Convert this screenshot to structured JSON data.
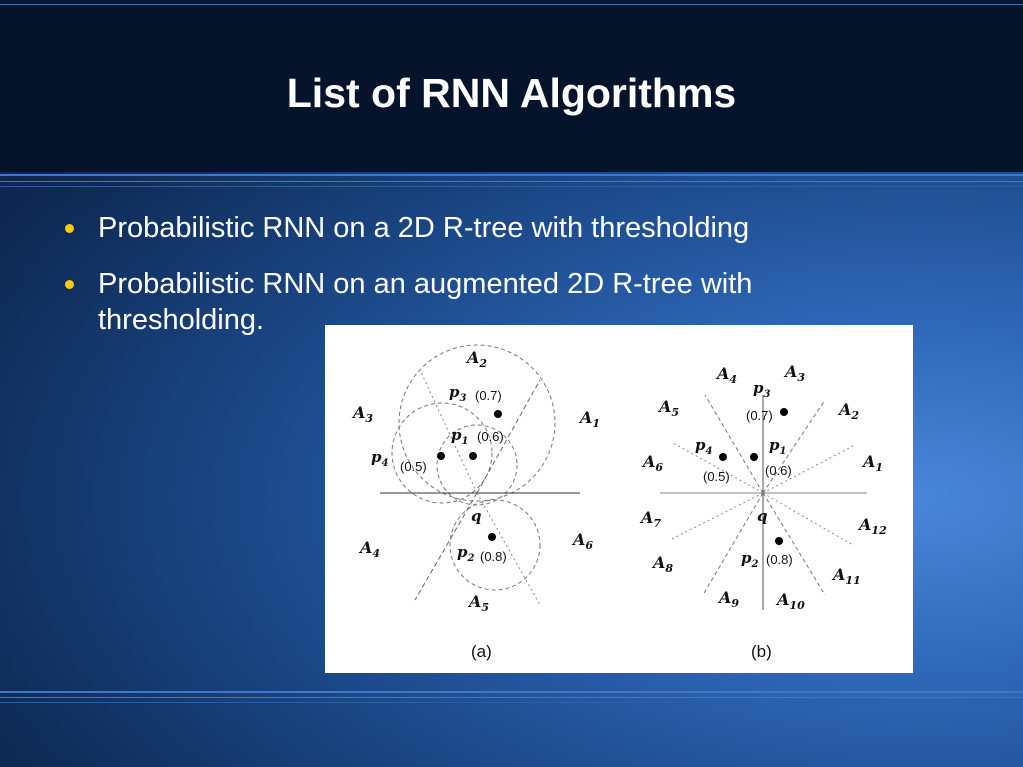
{
  "slide": {
    "title": "List of RNN Algorithms",
    "bullets": [
      "Probabilistic RNN on a 2D R-tree with thresholding",
      "Probabilistic RNN on an augmented 2D R-tree with thresholding."
    ]
  },
  "figure": {
    "panel_a": {
      "caption": "(a)",
      "regions": [
        "A",
        "A",
        "A",
        "A",
        "A",
        "A"
      ],
      "region_subscripts": [
        "2",
        "1",
        "3",
        "4",
        "6",
        "5"
      ],
      "points": [
        {
          "name": "p",
          "sub": "3",
          "prob": "(0.7)"
        },
        {
          "name": "p",
          "sub": "1",
          "prob": "(0.6)"
        },
        {
          "name": "p",
          "sub": "4",
          "prob": "(0.5)"
        },
        {
          "name": "p",
          "sub": "2",
          "prob": "(0.8)"
        }
      ],
      "query": "q"
    },
    "panel_b": {
      "caption": "(b)",
      "region_subscripts": [
        "4",
        "3",
        "5",
        "2",
        "6",
        "1",
        "7",
        "12",
        "8",
        "11",
        "9",
        "10"
      ],
      "points": [
        {
          "name": "p",
          "sub": "3",
          "prob": "(0.7)"
        },
        {
          "name": "p",
          "sub": "4",
          "prob": "(0.5)"
        },
        {
          "name": "p",
          "sub": "1",
          "prob": "(0.6)"
        },
        {
          "name": "p",
          "sub": "2",
          "prob": "(0.8)"
        }
      ],
      "query": "q"
    }
  },
  "colors": {
    "header": "#06142b",
    "bullet": "#ffcc00",
    "text": "#ffffff"
  }
}
